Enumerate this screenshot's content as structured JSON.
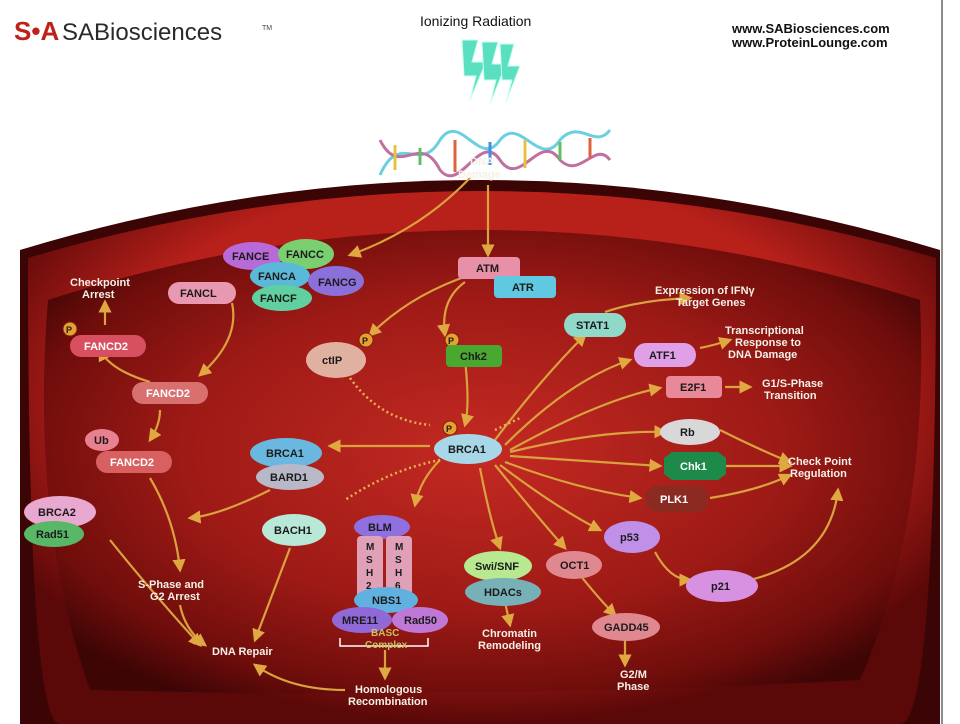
{
  "header": {
    "logo_mark": "S•A",
    "logo_text": "SABiosciences",
    "logo_tm": "TM",
    "title": "Ionizing Radiation",
    "url1": "www.SABiosciences.com",
    "url2": "www.ProteinLounge.com"
  },
  "labels": {
    "dna_damage_1": "DNA",
    "dna_damage_2": "Damage",
    "checkpoint_arrest_1": "Checkpoint",
    "checkpoint_arrest_2": "Arrest",
    "ifn_1": "Expression of IFNγ",
    "ifn_2": "Target Genes",
    "tx_1": "Transcriptional",
    "tx_2": "Response to",
    "tx_3": "DNA Damage",
    "g1s_1": "G1/S-Phase",
    "g1s_2": "Transition",
    "cpr_1": "Check Point",
    "cpr_2": "Regulation",
    "sphase_1": "S-Phase and",
    "sphase_2": "G2 Arrest",
    "dna_repair": "DNA Repair",
    "chromatin_1": "Chromatin",
    "chromatin_2": "Remodeling",
    "homrec_1": "Homologous",
    "homrec_2": "Recombination",
    "g2m_1": "G2/M",
    "g2m_2": "Phase",
    "basc_1": "BASC",
    "basc_2": "Complex"
  },
  "nodes": {
    "fance": "FANCE",
    "fancc": "FANCC",
    "fanca": "FANCA",
    "fancg": "FANCG",
    "fancl": "FANCL",
    "fancf": "FANCF",
    "fancd2_p": "FANCD2",
    "fancd2_mid": "FANCD2",
    "fancd2_ub": "FANCD2",
    "ub": "Ub",
    "p": "P",
    "atm": "ATM",
    "atr": "ATR",
    "ctip": "ctIP",
    "chk2": "Chk2",
    "stat1": "STAT1",
    "atf1": "ATF1",
    "e2f1": "E2F1",
    "rb": "Rb",
    "chk1": "Chk1",
    "plk1": "PLK1",
    "brca1_main": "BRCA1",
    "brca1_left": "BRCA1",
    "bard1": "BARD1",
    "brca2": "BRCA2",
    "rad51": "Rad51",
    "bach1": "BACH1",
    "blm": "BLM",
    "msh2": [
      "M",
      "S",
      "H",
      "2"
    ],
    "msh6": [
      "M",
      "S",
      "H",
      "6"
    ],
    "nbs1": "NBS1",
    "mre11": "MRE11",
    "rad50": "Rad50",
    "swisnf": "Swi/SNF",
    "hdacs": "HDACs",
    "oct1": "OCT1",
    "gadd45": "GADD45",
    "p53": "p53",
    "p21": "p21"
  }
}
